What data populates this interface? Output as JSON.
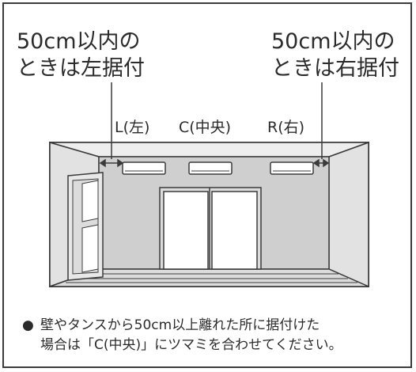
{
  "left_note": {
    "line1": "50cm以内の",
    "line2": "ときは左据付"
  },
  "right_note": {
    "line1": "50cm以内の",
    "line2": "ときは右据付"
  },
  "positions": {
    "left": "L(左)",
    "center": "C(中央)",
    "right": "R(右)"
  },
  "footnote": {
    "bullet": "●",
    "line1": "壁やタンスから50cm以上離れた所に据付けた",
    "line2": "場合は「C(中央)」にツマミを合わせてください。"
  },
  "colors": {
    "border": "#3b3b3b",
    "room_wall": "#d9d9d9",
    "back_wall": "#cfcfcf",
    "text": "#2b2b2b"
  }
}
